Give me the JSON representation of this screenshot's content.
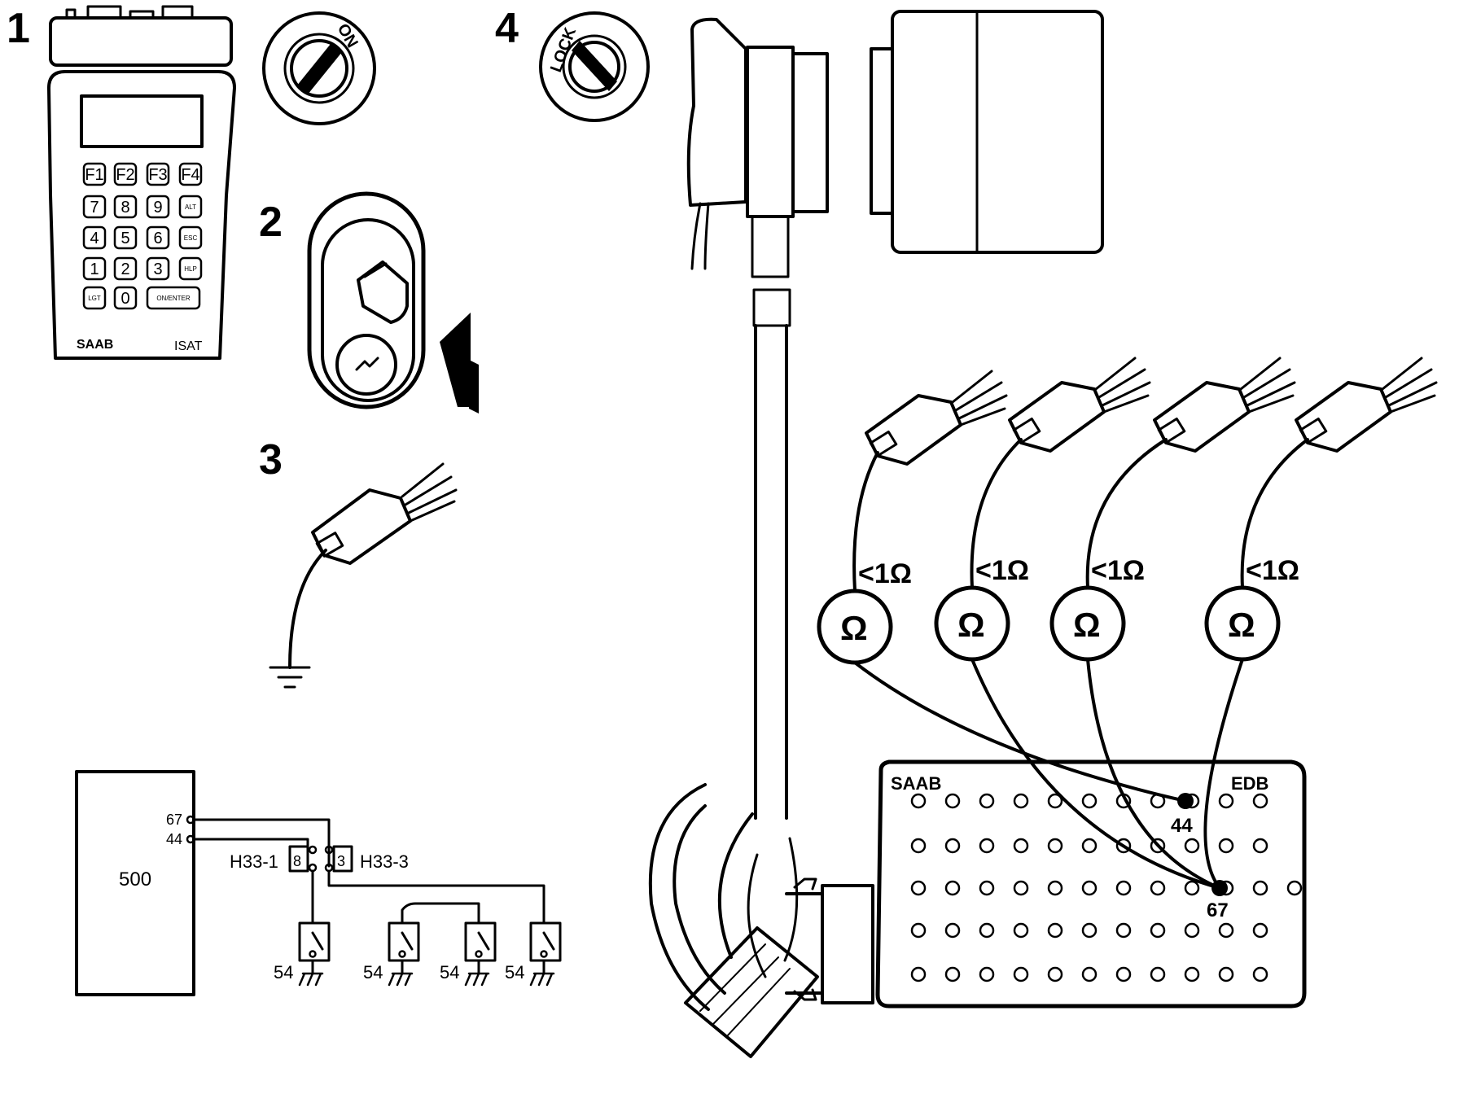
{
  "steps": {
    "s1": "1",
    "s2": "2",
    "s3": "3",
    "s4": "4"
  },
  "ignition": {
    "on_label": "ON",
    "lock_label": "LOCK"
  },
  "isat": {
    "brand": "SAAB",
    "model": "ISAT",
    "keys": [
      "F1",
      "F2",
      "F3",
      "F4",
      "7",
      "8",
      "9",
      "ALT",
      "4",
      "5",
      "6",
      "ESC",
      "1",
      "2",
      "3",
      "HLP",
      "LGT",
      "0",
      "ON/ENTER"
    ]
  },
  "breakout_box": {
    "brand": "SAAB",
    "code": "EDB",
    "pin_44": "44",
    "pin_67": "67"
  },
  "ohmmeter": {
    "symbol": "Ω",
    "reading": "<1Ω"
  },
  "schematic": {
    "ecu_label": "500",
    "pin_67": "67",
    "pin_44": "44",
    "connector_h33_1": "H33-1",
    "connector_h33_3": "H33-3",
    "pin_8": "8",
    "pin_3": "3",
    "sensor_label": "54"
  }
}
